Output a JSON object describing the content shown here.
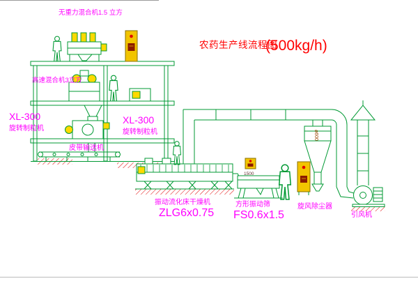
{
  "diagram": {
    "title": "农药生产线流程图",
    "title_capacity": "(500kg/h)"
  },
  "labels": {
    "top_mixer": "无重力混合机1.5 立方",
    "high_speed_mixer": "高速混合机3立方",
    "granulator_left_model": "XL-300",
    "granulator_left_name": "旋转制粒机",
    "granulator_center_model": "XL-300",
    "granulator_center_name": "旋转制粒机",
    "belt_conveyor": "皮带输送机",
    "dryer_name": "振动流化床干燥机",
    "dryer_model": "ZLG6x0.75",
    "sieve_name": "方形振动筛",
    "sieve_model": "FS0.6x1.5",
    "cyclone_name": "旋风除尘器",
    "fan_name": "引风机"
  },
  "dimensions": {
    "cyclone_diameter": "ø600",
    "sieve_width": "1500"
  },
  "colors": {
    "line_green": "#009933",
    "label_magenta": "#ff00ff",
    "title_red": "#ff0000",
    "cabinet_yellow": "#f2c400",
    "machine_yellow": "#ffd900",
    "hatch_red": "#e00000"
  }
}
